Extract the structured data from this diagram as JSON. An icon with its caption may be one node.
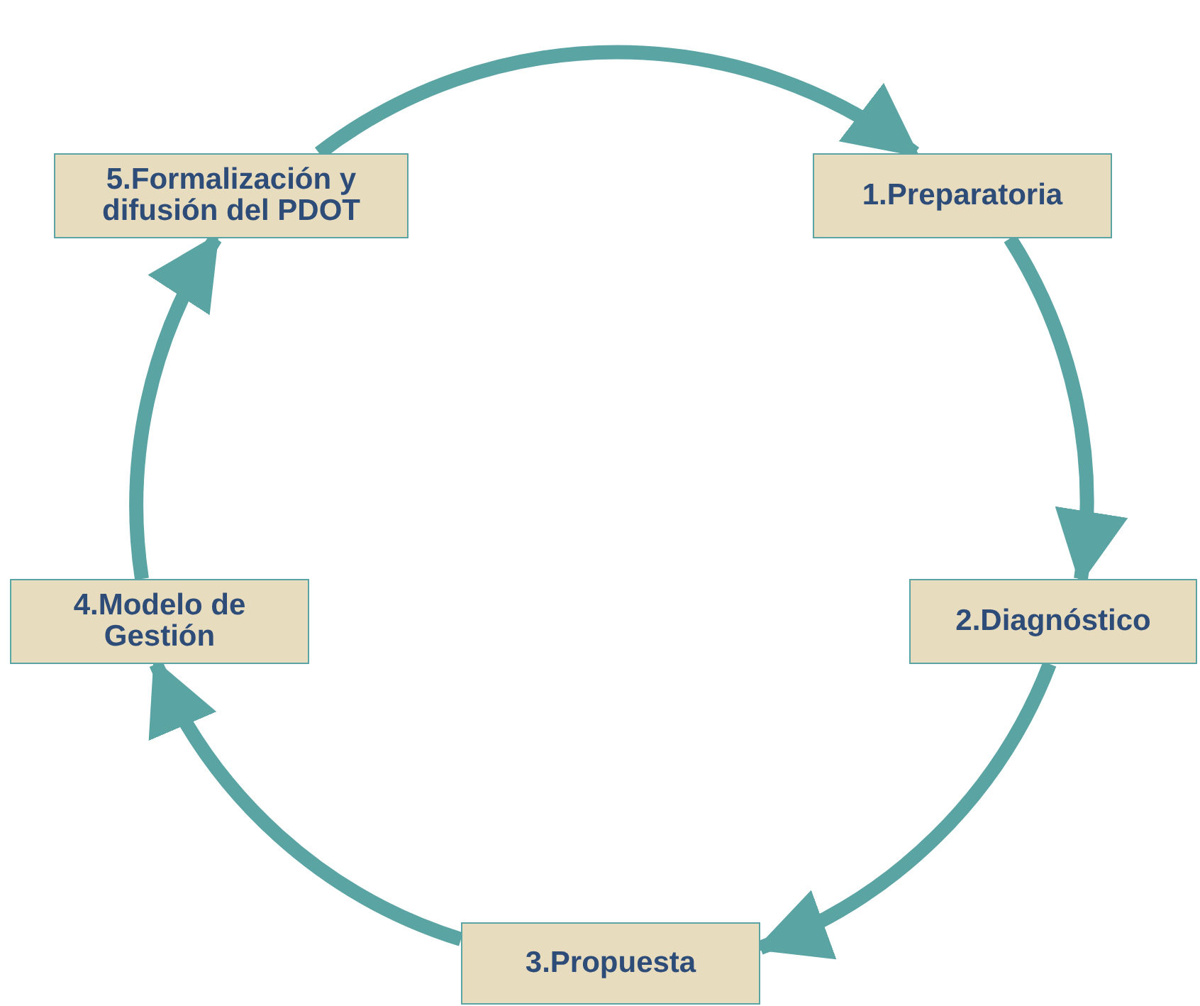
{
  "diagram": {
    "nodes": [
      {
        "text": [
          "1.Preparatoria"
        ]
      },
      {
        "text": [
          "2.Diagnóstico"
        ]
      },
      {
        "text": [
          "3.Propuesta"
        ]
      },
      {
        "text": [
          "4.Modelo de Gestión"
        ]
      },
      {
        "text": [
          "5.Formalización y difusión del PDOT"
        ]
      }
    ],
    "edges": [
      {
        "from": 4,
        "to": 0,
        "arrow": "to"
      },
      {
        "from": 0,
        "to": 1,
        "arrow": "to"
      },
      {
        "from": 1,
        "to": 2,
        "arrow": "to"
      },
      {
        "from": 2,
        "to": 3,
        "arrow": "to"
      },
      {
        "from": 3,
        "to": 4,
        "arrow": "to"
      }
    ]
  }
}
